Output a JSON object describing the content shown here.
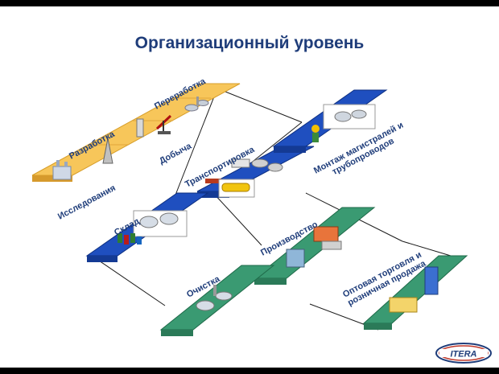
{
  "title": "Организационный уровень",
  "labels": {
    "razrabotka": "Разработка",
    "pererabotka": "Переработка",
    "dobycha": "Добыча",
    "issledovaniya": "Исследования",
    "transportirovka": "Транспортировка",
    "montazh_line1": "Монтаж магистралей и",
    "montazh_line2": "трубопроводов",
    "sklad": "Склад",
    "proizvodstvo": "Производство",
    "ochistka": "Очистка",
    "torgovlya_line1": "Оптовая торговля и",
    "torgovlya_line2": "розничная продажа"
  },
  "logo": {
    "text": "ITERA"
  },
  "colors": {
    "title": "#1f3d7a",
    "orange_panel": "#f7c65a",
    "blue_panel": "#1f4fbf",
    "green_panel": "#3a9a72",
    "connector": "#1a1a1a"
  }
}
